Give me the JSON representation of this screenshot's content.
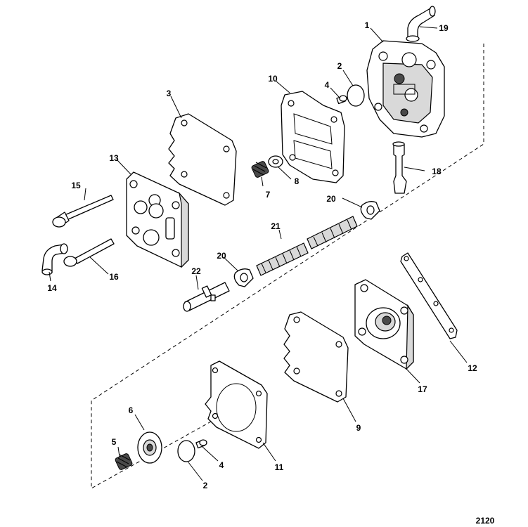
{
  "figure_number": "2120",
  "callouts": {
    "c1": "1",
    "c19": "19",
    "c2a": "2",
    "c4a": "4",
    "c10": "10",
    "c3": "3",
    "c13": "13",
    "c7": "7",
    "c8": "8",
    "c18": "18",
    "c15": "15",
    "c20a": "20",
    "c21": "21",
    "c20b": "20",
    "c14": "14",
    "c16": "16",
    "c22": "22",
    "c12": "12",
    "c17": "17",
    "c9": "9",
    "c11": "11",
    "c6": "6",
    "c5": "5",
    "c4b": "4",
    "c2b": "2"
  },
  "icons": {
    "fuel_pump_body": "pump-housing-icon",
    "hose_fitting": "elbow-fitting-icon",
    "spring": "coil-spring-icon",
    "filter_screen": "mesh-screen-icon"
  }
}
